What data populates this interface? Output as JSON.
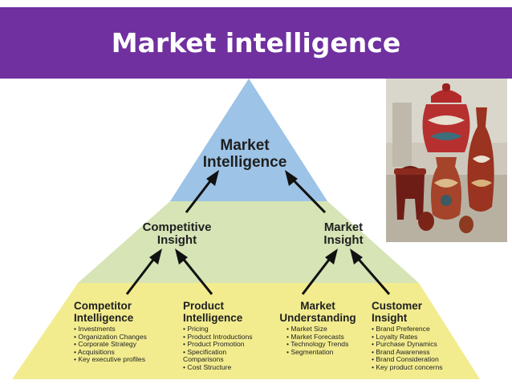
{
  "title": "Market intelligence",
  "colors": {
    "title_bar": "#7030a0",
    "tier_top": "#9dc3e6",
    "tier_middle": "#d6e4b6",
    "tier_bottom": "#f2ec8f",
    "arrow": "#111111"
  },
  "pyramid": {
    "top": {
      "line1": "Market",
      "line2": "Intelligence"
    },
    "middle": [
      {
        "line1": "Competitive",
        "line2": "Insight"
      },
      {
        "line1": "Market",
        "line2": "Insight"
      }
    ],
    "bottom": [
      {
        "line1": "Competitor",
        "line2": "Intelligence",
        "bullets": [
          "• Investments",
          "• Organization Changes",
          "• Corporate Strategy",
          "• Acquisitions",
          "• Key executive profiles"
        ]
      },
      {
        "line1": "Product",
        "line2": "Intelligence",
        "bullets": [
          "• Pricing",
          "• Product Introductions",
          "• Product Promotion",
          "• Specification",
          "Comparisons",
          "• Cost Structure"
        ]
      },
      {
        "line1": "Market",
        "line2": "Understanding",
        "bullets": [
          "• Market Size",
          "• Market Forecasts",
          "• Technology Trends",
          "• Segmentation"
        ]
      },
      {
        "line1": "Customer",
        "line2": "Insight",
        "bullets": [
          "• Brand Preference",
          "• Loyalty Rates",
          "• Purchase Dynamics",
          "• Brand Awareness",
          "• Brand Consideration",
          "• Key product concerns"
        ]
      }
    ]
  },
  "photo": {
    "subject": "decorative ceramic vases and urns"
  }
}
